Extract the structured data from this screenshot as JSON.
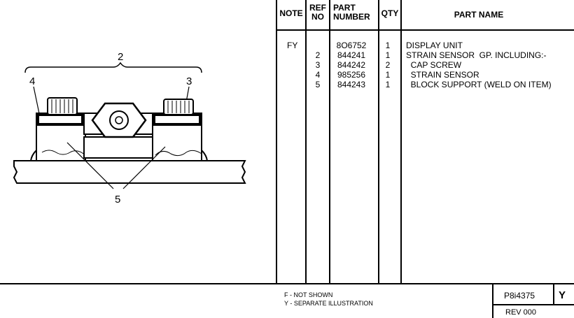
{
  "headers": {
    "note": "NOTE",
    "ref_no": "REF NO",
    "part_number": "PART NUMBER",
    "qty": "QTY",
    "part_name": "PART NAME"
  },
  "rows": [
    {
      "note": "FY",
      "ref": "",
      "part_number": "8O6752",
      "qty": "1",
      "name": "DISPLAY UNIT"
    },
    {
      "note": "",
      "ref": "2",
      "part_number": "844241",
      "qty": "1",
      "name": "STRAIN SENSOR  GP. INCLUDING:-"
    },
    {
      "note": "",
      "ref": "3",
      "part_number": "844242",
      "qty": "2",
      "name": "  CAP SCREW"
    },
    {
      "note": "",
      "ref": "4",
      "part_number": "985256",
      "qty": "1",
      "name": "  STRAIN SENSOR"
    },
    {
      "note": "",
      "ref": "5",
      "part_number": "844243",
      "qty": "1",
      "name": "  BLOCK SUPPORT (WELD ON ITEM)"
    }
  ],
  "illustration": {
    "callout_2": "2",
    "callout_3": "3",
    "callout_4": "4",
    "callout_5": "5"
  },
  "footer": {
    "legend_f": "F - NOT SHOWN",
    "legend_y": "Y - SEPARATE ILLUSTRATION",
    "doc_number": "P8i4375",
    "sheet_letter": "Y",
    "revision": "REV 000"
  }
}
